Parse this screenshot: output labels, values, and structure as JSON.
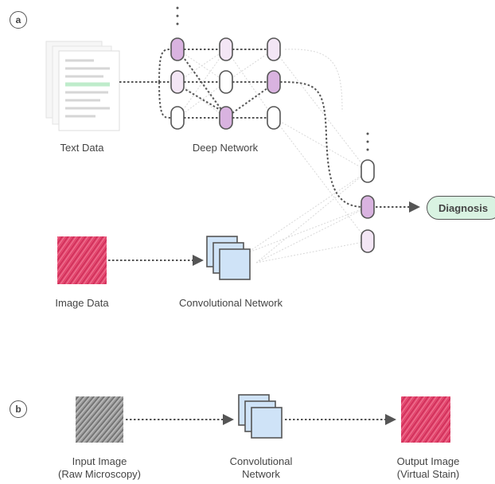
{
  "panels": {
    "a": {
      "marker": "a",
      "text_data_label": "Text Data",
      "deep_network_label": "Deep Network",
      "image_data_label": "Image Data",
      "conv_network_label": "Convolutional Network",
      "output_label": "Diagnosis"
    },
    "b": {
      "marker": "b",
      "input_label_line1": "Input Image",
      "input_label_line2": "(Raw Microscopy)",
      "conv_label_line1": "Convolutional",
      "conv_label_line2": "Network",
      "output_label_line1": "Output Image",
      "output_label_line2": "(Virtual Stain)"
    }
  },
  "colors": {
    "active_node": "#d9b3e0",
    "inactive_node": "#ffffff",
    "faint_node": "#f3e6f5",
    "highlight_text_line": "#bfeccb",
    "diagnosis_fill": "#d9f3e2",
    "conv_block": "#cfe3f7",
    "stained_tissue": "#e0406a",
    "raw_microscopy": "#8a8a8a"
  },
  "icons": [
    "document-stack-icon",
    "neural-node-icon",
    "conv-block-icon",
    "arrow-head-icon",
    "tissue-image-icon"
  ]
}
